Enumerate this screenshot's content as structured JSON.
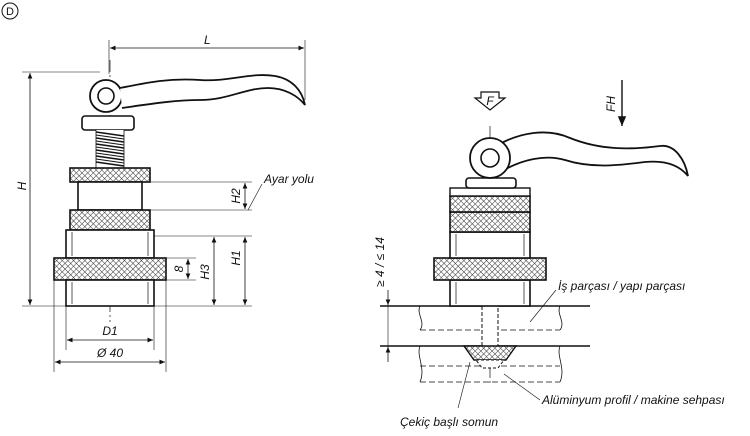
{
  "view_marker": "D",
  "dimensions": {
    "L": "L",
    "H": "H",
    "H1": "H1",
    "H2": "H2",
    "H3": "H3",
    "dim_8": "8",
    "D1": "D1",
    "d40": "Ø 40",
    "clamp_range": "≥ 4 / ≤ 14"
  },
  "forces": {
    "F": "F",
    "FH": "FH"
  },
  "labels": {
    "ayar_yolu": "Ayar yolu",
    "is_parcasi": "İş parçası / yapı parçası",
    "aluminyum_profil": "Alüminyum profil / makine sehpası",
    "cekic_basli_somun": "Çekiç başlı somun"
  }
}
